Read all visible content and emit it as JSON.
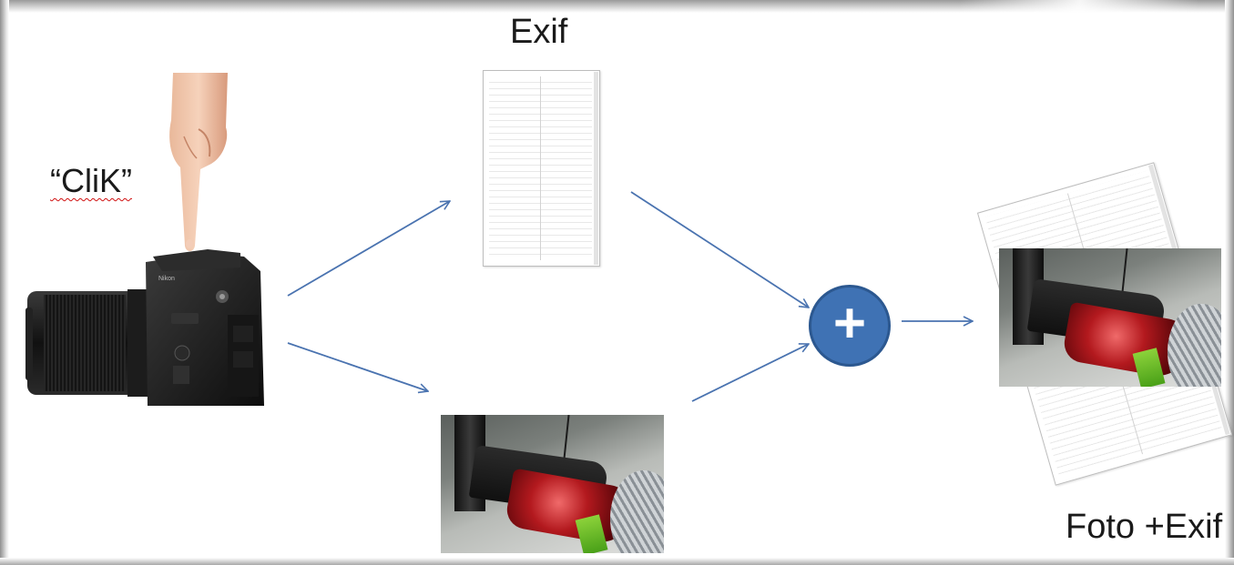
{
  "labels": {
    "exif": "Exif",
    "click": "“CliK”",
    "result": "Foto +Exif",
    "plus": "+"
  },
  "colors": {
    "arrow": "#4a73b0",
    "plus_circle": "#3f72b4",
    "spelling_underline": "#d01010"
  },
  "icons": {
    "finger": "pointing-finger-icon",
    "camera": "dslr-camera-icon",
    "exif_document": "exif-table-document-icon",
    "photo": "bike-tail-light-photo",
    "combine": "plus-icon"
  }
}
